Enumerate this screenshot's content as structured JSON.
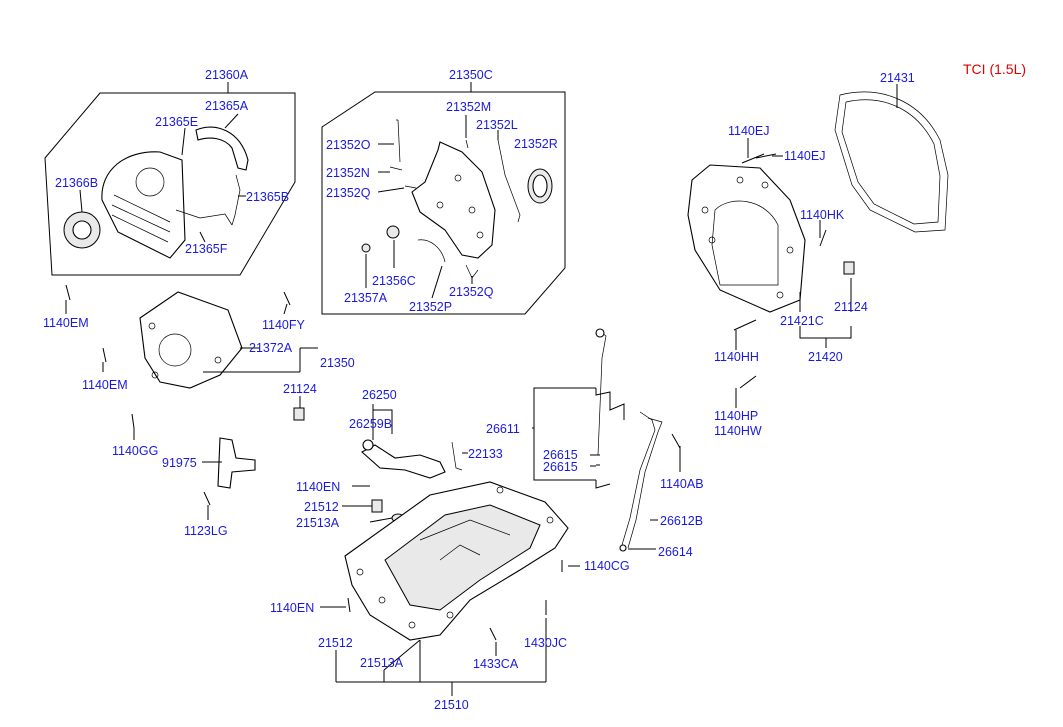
{
  "variant_label": "TCI (1.5L)",
  "colors": {
    "label": "#1a1adf",
    "variant": "#e00000",
    "lines": "#000000"
  },
  "labels": {
    "p21360A": "21360A",
    "p21365A": "21365A",
    "p21365E": "21365E",
    "p21366B": "21366B",
    "p21365B": "21365B",
    "p21365F": "21365F",
    "p21350C": "21350C",
    "p21352M": "21352M",
    "p21352L": "21352L",
    "p21352O": "21352O",
    "p21352R": "21352R",
    "p21352N": "21352N",
    "p21352Q_a": "21352Q",
    "p21356C": "21356C",
    "p21357A": "21357A",
    "p21352P": "21352P",
    "p21352Q_b": "21352Q",
    "p21431": "21431",
    "p1140EJ_a": "1140EJ",
    "p1140EJ_b": "1140EJ",
    "p1140HK": "1140HK",
    "p21124_a": "21124",
    "p21421C": "21421C",
    "p21420": "21420",
    "p1140HH": "1140HH",
    "p1140HP": "1140HP",
    "p1140HW": "1140HW",
    "p1140EM_a": "1140EM",
    "p1140FY": "1140FY",
    "p21372A": "21372A",
    "p21350": "21350",
    "p1140EM_b": "1140EM",
    "p21124_b": "21124",
    "p1140GG": "1140GG",
    "p91975": "91975",
    "p1123LG": "1123LG",
    "p26250": "26250",
    "p26259B": "26259B",
    "p22133": "22133",
    "p1140EN_a": "1140EN",
    "p21512_a": "21512",
    "p21513A_a": "21513A",
    "p26611": "26611",
    "p26615_a": "26615",
    "p26615_b": "26615",
    "p1140AB": "1140AB",
    "p26612B": "26612B",
    "p26614": "26614",
    "p1140CG": "1140CG",
    "p1140EN_b": "1140EN",
    "p21512_b": "21512",
    "p21513A_b": "21513A",
    "p1433CA": "1433CA",
    "p1430JC": "1430JC",
    "p21510": "21510"
  }
}
